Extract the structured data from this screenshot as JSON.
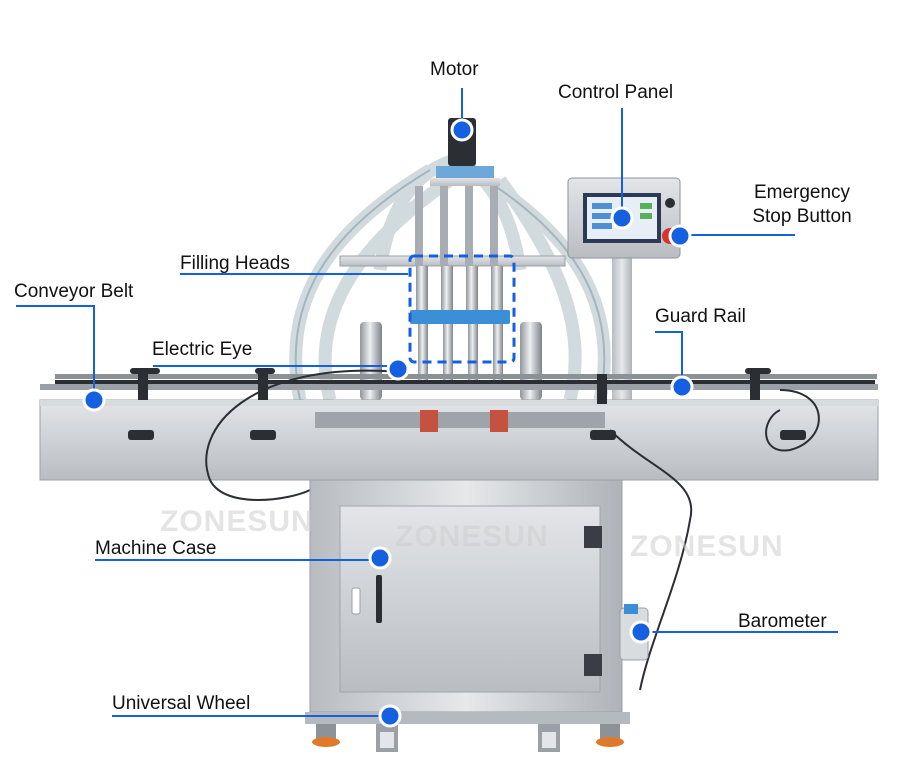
{
  "brand": {
    "watermark": "ZONESUN"
  },
  "colors": {
    "accent": "#1560e0",
    "leader": "#1560e0",
    "steel": "#c9ccd0",
    "steel_dark": "#8d9298",
    "hose": "#cfd8dc"
  },
  "labels": {
    "motor": "Motor",
    "control_panel": "Control Panel",
    "emergency_stop_line1": "Emergency",
    "emergency_stop_line2": "Stop Button",
    "filling_heads": "Filling Heads",
    "conveyor_belt": "Conveyor Belt",
    "guard_rail": "Guard Rail",
    "electric_eye": "Electric Eye",
    "machine_case": "Machine Case",
    "barometer": "Barometer",
    "universal_wheel": "Universal Wheel"
  }
}
